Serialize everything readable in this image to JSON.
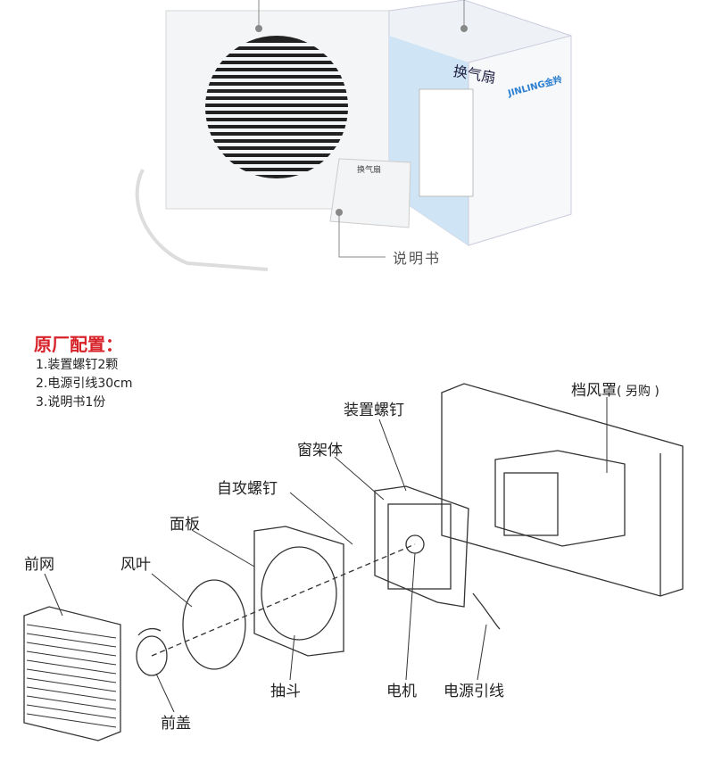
{
  "photo": {
    "manual_label": "说明书",
    "box_title": "换气扇",
    "brand": "JINLING金羚",
    "manual_cover_title": "换气扇"
  },
  "config": {
    "title": "原厂配置：",
    "items": [
      "1.装置螺钉2颗",
      "2.电源引线30cm",
      "3.说明书1份"
    ]
  },
  "diagram": {
    "labels": {
      "wind_hood": "档风罩",
      "wind_hood_note": "( 另购 )",
      "mount_screw": "装置螺钉",
      "window_frame": "窗架体",
      "self_tap_screw": "自攻螺钉",
      "panel": "面板",
      "front_grille": "前网",
      "fan_blade": "风叶",
      "drawer": "抽斗",
      "motor": "电机",
      "power_cord": "电源引线",
      "front_cover": "前盖"
    }
  },
  "colors": {
    "accent_red": "#d8222a",
    "box_blue": "#2a7fd0"
  }
}
